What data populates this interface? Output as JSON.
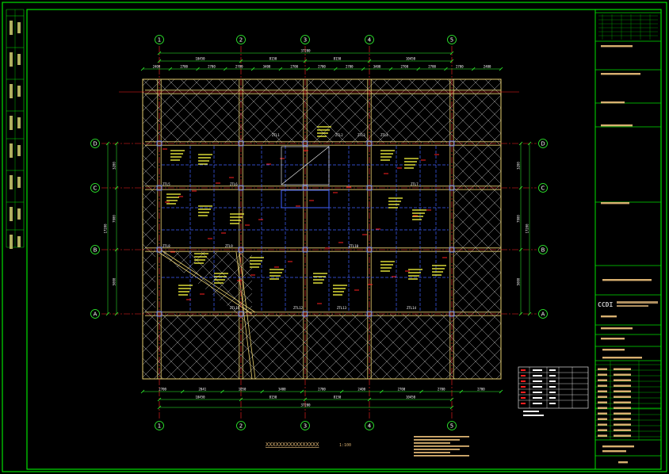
{
  "sheet": {
    "colors": {
      "frame": "#00e000",
      "grid_axis": "#ff2020",
      "beam": "#e8d070",
      "hatch": "#c8c8c8",
      "dimension": "#30ff30",
      "beam_detail": "#4060ff",
      "annotation": "#ffff40",
      "text_tan": "#d8b070",
      "white": "#ffffff"
    }
  },
  "plan": {
    "grid_columns": [
      "1",
      "2",
      "3",
      "4",
      "5"
    ],
    "grid_rows": [
      "D",
      "C",
      "B",
      "A"
    ],
    "top_dimensions": {
      "overall": "37200",
      "segments": [
        "10450",
        "8150",
        "8150",
        "10450"
      ],
      "sub_segments": [
        "2400",
        "2700",
        "2700",
        "2700",
        "3400",
        "2700",
        "2700",
        "2700",
        "3400",
        "2700",
        "2700",
        "2700",
        "2400"
      ]
    },
    "bottom_dimensions": {
      "overall": "37200",
      "segments": [
        "10450",
        "8150",
        "8150",
        "10450"
      ],
      "sub_segments": [
        "2700",
        "2041",
        "1050",
        "3400",
        "2700",
        "2400",
        "2700",
        "2700",
        "2700"
      ]
    },
    "left_dimensions": {
      "overall": "17200",
      "segments": [
        "3200",
        "7000",
        "5000"
      ]
    },
    "right_dimensions": {
      "overall": "17200",
      "segments": [
        "3200",
        "7000",
        "5000"
      ]
    },
    "beam_tags": [
      "ZTL1",
      "ZTL2",
      "ZTL3",
      "ZTL4",
      "ZTL5",
      "ZTL6",
      "ZTL7",
      "ZTL8",
      "ZTL9",
      "ZTL10",
      "ZTL11",
      "ZTL12",
      "ZTL13",
      "ZTL14"
    ],
    "drawing_title": "XXXXXXXXXXXXXXXX",
    "drawing_scale": "1:100"
  },
  "title_block": {
    "company_logo_text": "CCDI"
  }
}
